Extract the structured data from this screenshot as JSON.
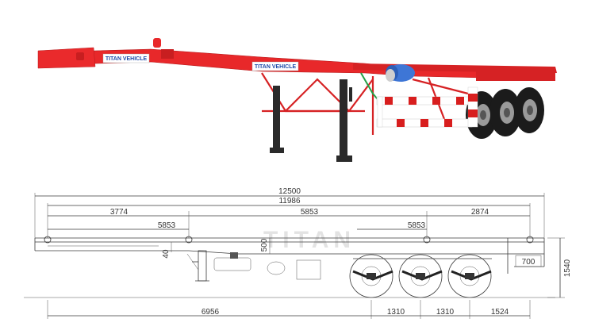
{
  "photo": {
    "brand_plate_front": "TITAN VEHICLE",
    "brand_plate_side": "TITAN VEHICLE",
    "frame_color": "#e8282a",
    "leg_color": "#2a2a2a",
    "tire_color": "#1b1b1b",
    "reflector_colors": [
      "#ffffff",
      "#d81e1e"
    ]
  },
  "drawing": {
    "watermark": "TITAN",
    "dimensions": {
      "overall_length": "12500",
      "frame_length": "11986",
      "front_span": "3774",
      "mid_span": "5853",
      "rear_span": "2874",
      "lock_left": "5853",
      "lock_right": "5853",
      "kingpin_to_axle": "6956",
      "axle_spacing_1": "1310",
      "axle_spacing_2": "1310",
      "rear_overhang": "1524",
      "frame_height": "1540",
      "rear_drop": "700",
      "front_height": "40",
      "side_height": "500"
    }
  }
}
